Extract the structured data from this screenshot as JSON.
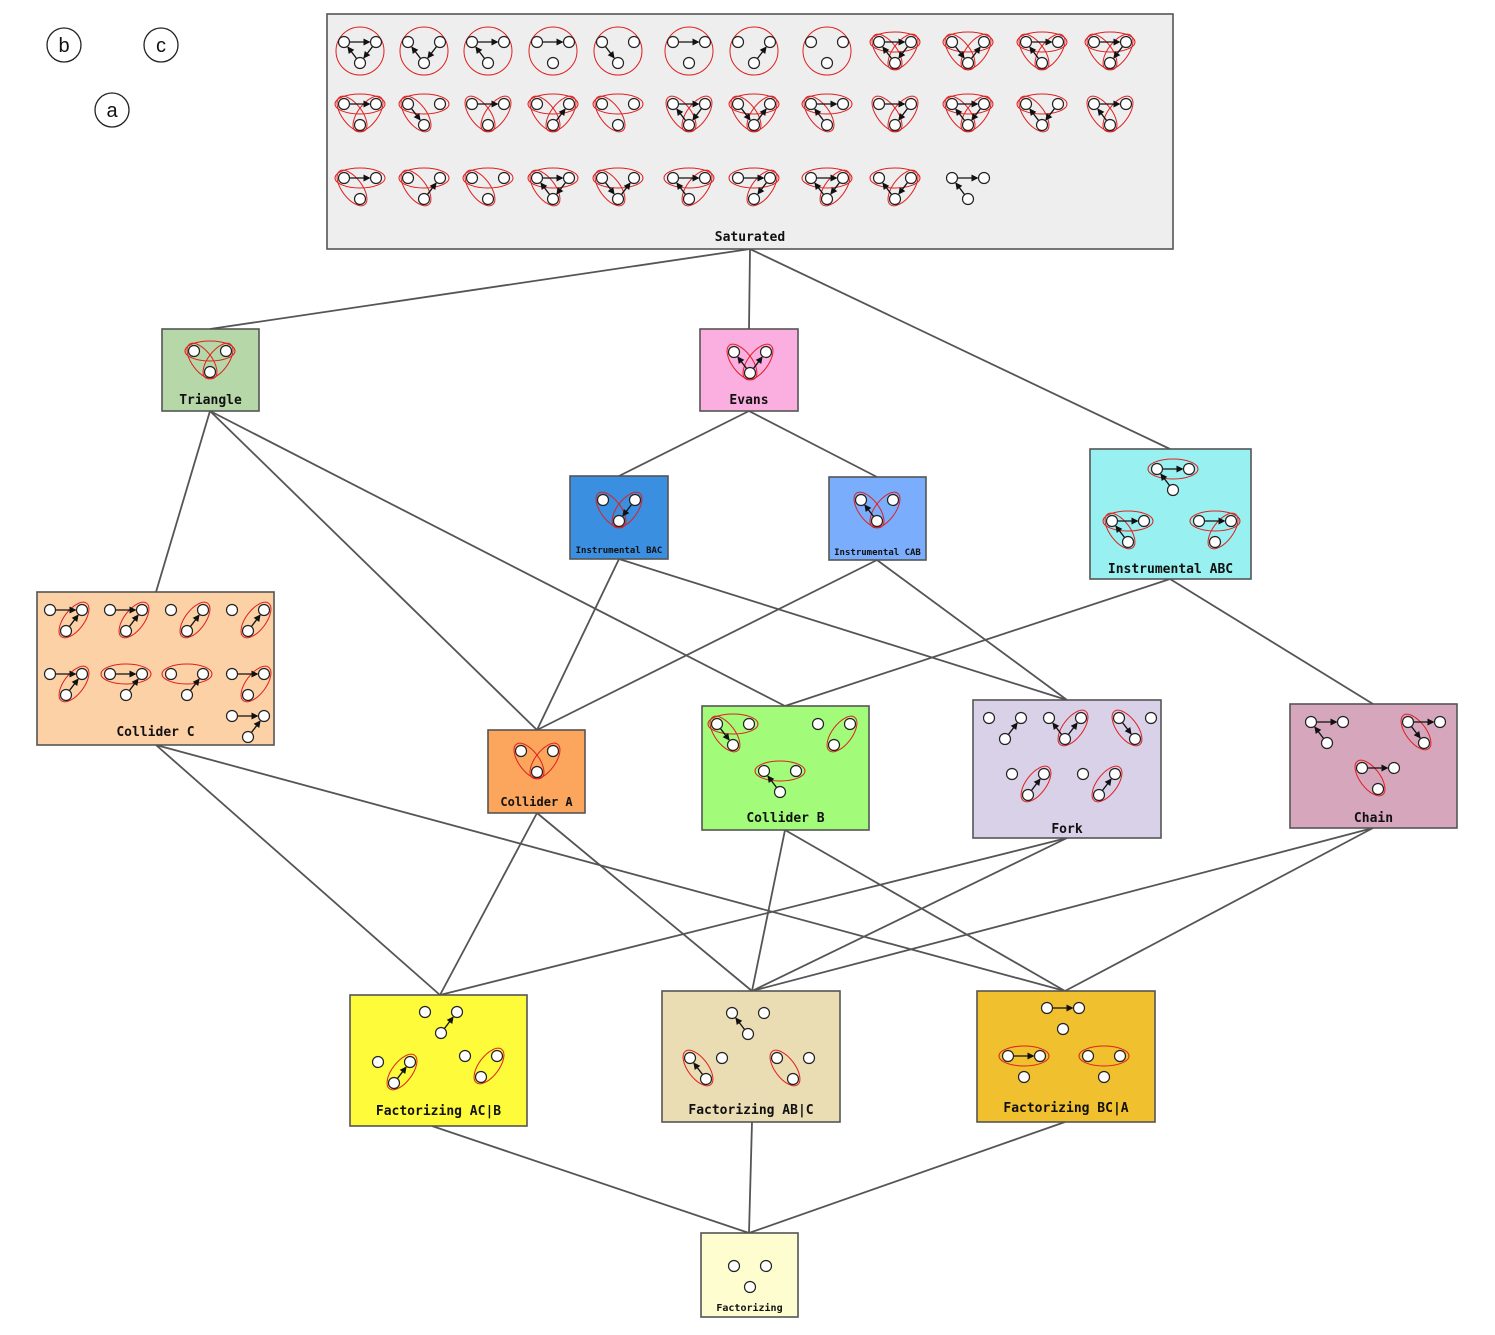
{
  "legend": {
    "b": "b",
    "c": "c",
    "a": "a"
  },
  "colors": {
    "edge": "#555555",
    "node_stroke": "#222222",
    "hypergraph": "#e02020",
    "saturated": "#eeeeee",
    "triangle": "#b6d7a8",
    "evans": "#fbaee0",
    "instrumental_bac": "#3a8fe0",
    "instrumental_cab": "#7aaefc",
    "instrumental_abc": "#99f0f0",
    "collider_c": "#fcd1a6",
    "collider_a": "#fca55d",
    "collider_b": "#a2fc7a",
    "fork": "#d9d1e8",
    "chain": "#d6a6bd",
    "factorizing_acb": "#fefb3a",
    "factorizing_abc": "#eadcb3",
    "factorizing_bca": "#f0c02e",
    "factorizing": "#fefdd0"
  },
  "models": {
    "saturated": {
      "label": "Saturated"
    },
    "triangle": {
      "label": "Triangle"
    },
    "evans": {
      "label": "Evans"
    },
    "instrumental_bac": {
      "label": "Instrumental BAC"
    },
    "instrumental_cab": {
      "label": "Instrumental CAB"
    },
    "instrumental_abc": {
      "label": "Instrumental ABC"
    },
    "collider_c": {
      "label": "Collider C"
    },
    "collider_a": {
      "label": "Collider A"
    },
    "collider_b": {
      "label": "Collider B"
    },
    "fork": {
      "label": "Fork"
    },
    "chain": {
      "label": "Chain"
    },
    "factorizing_acb": {
      "label": "Factorizing AC|B"
    },
    "factorizing_abc": {
      "label": "Factorizing AB|C"
    },
    "factorizing_bca": {
      "label": "Factorizing BC|A"
    },
    "factorizing": {
      "label": "Factorizing"
    }
  },
  "lattice_edges": [
    [
      "saturated",
      "triangle"
    ],
    [
      "saturated",
      "evans"
    ],
    [
      "saturated",
      "instrumental_abc"
    ],
    [
      "triangle",
      "collider_c"
    ],
    [
      "triangle",
      "collider_a"
    ],
    [
      "triangle",
      "collider_b"
    ],
    [
      "evans",
      "instrumental_bac"
    ],
    [
      "evans",
      "instrumental_cab"
    ],
    [
      "instrumental_bac",
      "collider_a"
    ],
    [
      "instrumental_bac",
      "fork"
    ],
    [
      "instrumental_cab",
      "collider_a"
    ],
    [
      "instrumental_cab",
      "fork"
    ],
    [
      "instrumental_abc",
      "collider_b"
    ],
    [
      "instrumental_abc",
      "chain"
    ],
    [
      "collider_c",
      "factorizing_acb"
    ],
    [
      "collider_c",
      "factorizing_bca"
    ],
    [
      "collider_a",
      "factorizing_acb"
    ],
    [
      "collider_a",
      "factorizing_abc"
    ],
    [
      "collider_b",
      "factorizing_abc"
    ],
    [
      "collider_b",
      "factorizing_bca"
    ],
    [
      "fork",
      "factorizing_acb"
    ],
    [
      "fork",
      "factorizing_abc"
    ],
    [
      "chain",
      "factorizing_abc"
    ],
    [
      "chain",
      "factorizing_bca"
    ],
    [
      "factorizing_acb",
      "factorizing"
    ],
    [
      "factorizing_abc",
      "factorizing"
    ],
    [
      "factorizing_bca",
      "factorizing"
    ]
  ]
}
